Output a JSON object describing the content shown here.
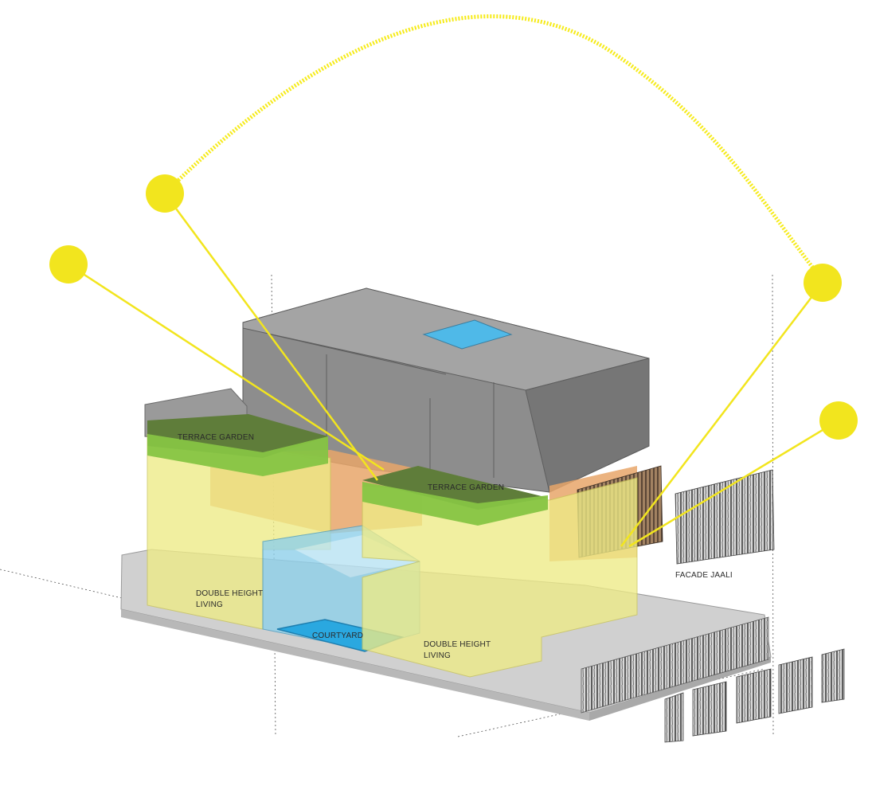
{
  "labels": {
    "terrace_garden_left": "TERRACE GARDEN",
    "terrace_garden_right": "TERRACE GARDEN",
    "double_height_living_left": [
      "DOUBLE HEIGHT",
      "LIVING"
    ],
    "double_height_living_right": [
      "DOUBLE HEIGHT",
      "LIVING"
    ],
    "courtyard": "COURTYARD",
    "facade_jaali": "FACADE JAALI"
  },
  "colors": {
    "sun_marker": "#f2e51e",
    "sun_path": "#f6eb1a",
    "terrace_garden": "#7cc142",
    "double_height_living": "#eeeb86",
    "courtyard": "#2aa8e0",
    "courtyard_volume": "#8fd0ea",
    "circulation": "#e8a66a",
    "building_mass": "#8c8c8c",
    "site_plinth": "#cfcfcf"
  }
}
